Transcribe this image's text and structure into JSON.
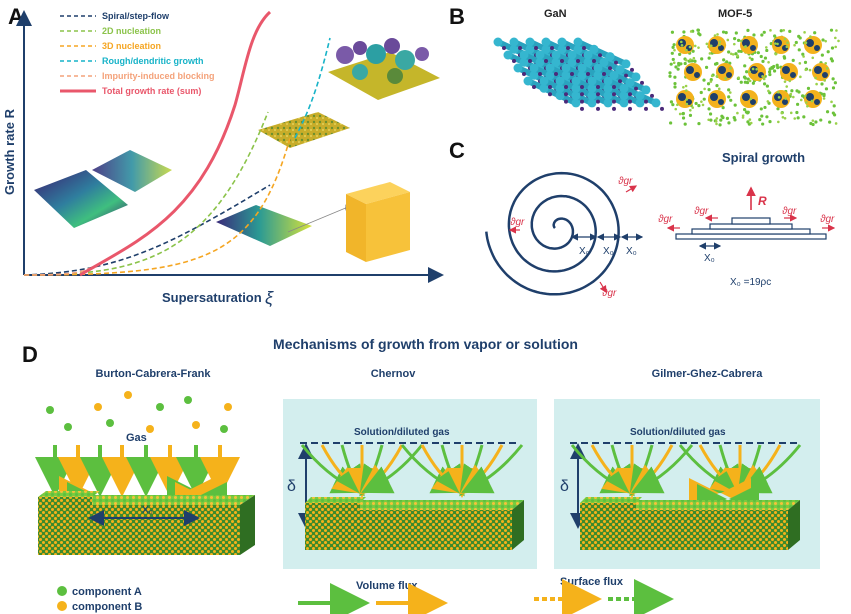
{
  "panel_A": {
    "label": "A",
    "xlabel": "Supersaturation",
    "xsymbol": "ξ",
    "ylabel": "Growth rate R",
    "legend": [
      {
        "name": "Spiral/step-flow",
        "color": "#1f3f6b",
        "style": "dashed"
      },
      {
        "name": "2D nucleation",
        "color": "#8bc34a",
        "style": "dashed"
      },
      {
        "name": "3D nucleation",
        "color": "#f5a623",
        "style": "dashed"
      },
      {
        "name": "Rough/dendritic growth",
        "color": "#17b3c8",
        "style": "dashed"
      },
      {
        "name": "Impurity-induced blocking",
        "color": "#f4a27a",
        "style": "dashed"
      },
      {
        "name": "Total growth rate (sum)",
        "color": "#e9576b",
        "style": "solid"
      }
    ]
  },
  "panel_B": {
    "label": "B",
    "items": [
      {
        "title": "GaN"
      },
      {
        "title": "MOF-5"
      }
    ]
  },
  "panel_C": {
    "label": "C",
    "title": "Spiral growth",
    "step_velocity": "ϑgr",
    "step_spacing": "X₀",
    "rate": "R",
    "relation": "X₀ =19ρc"
  },
  "panel_D": {
    "label": "D",
    "title": "Mechanisms of growth from vapor or solution",
    "mechanisms": [
      {
        "name": "Burton-Cabrera-Frank",
        "medium": "Gas",
        "distance": "X₀"
      },
      {
        "name": "Chernov",
        "medium": "Solution/diluted gas",
        "layer": "δ"
      },
      {
        "name": "Gilmer-Ghez-Cabrera",
        "medium": "Solution/diluted gas",
        "layer": "δ"
      }
    ],
    "legend": {
      "component_a": "component A",
      "component_b": "component B",
      "volume_flux": "Volume flux",
      "surface_flux": "Surface flux"
    },
    "colors": {
      "component_a": "#5cbf3f",
      "component_b": "#f5b21b",
      "solution_bg": "#d3eeee",
      "navy": "#1f3f6b"
    }
  }
}
